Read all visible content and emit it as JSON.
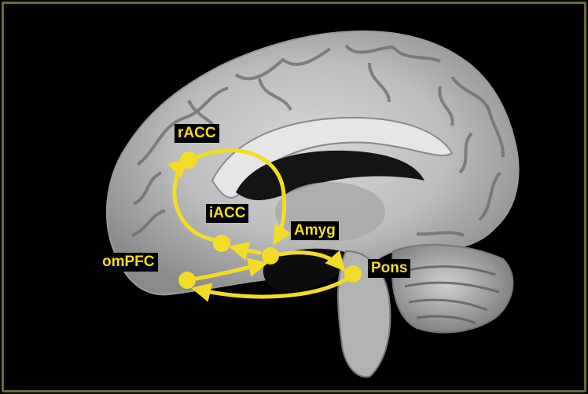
{
  "colors": {
    "accent": "#f2dc28",
    "frame": "#6e6a34",
    "background": "#000000"
  },
  "image": {
    "subject": "brain-mri-sagittal-slice"
  },
  "nodes": [
    {
      "id": "racc",
      "label": "rACC"
    },
    {
      "id": "iacc",
      "label": "iACC"
    },
    {
      "id": "amyg",
      "label": "Amyg"
    },
    {
      "id": "ompfc",
      "label": "omPFC"
    },
    {
      "id": "pons",
      "label": "Pons"
    }
  ]
}
